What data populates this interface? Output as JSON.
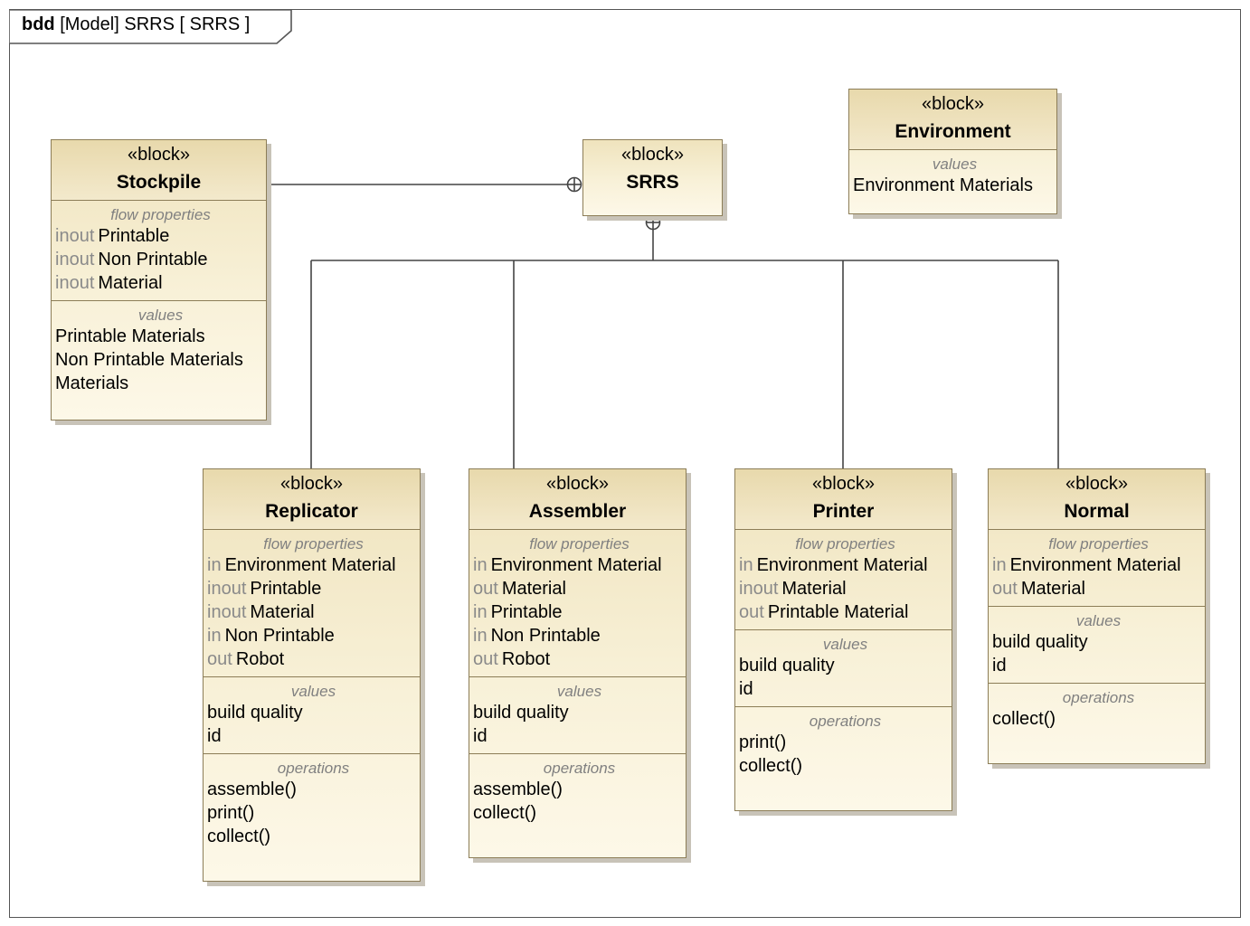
{
  "frame": {
    "kind": "bdd",
    "title": "[Model] SRRS [ SRRS ]"
  },
  "blocks": {
    "stockpile": {
      "stereotype": "«block»",
      "name": "Stockpile",
      "flow_title": "flow properties",
      "flow": [
        {
          "dir": "inout",
          "name": "Printable"
        },
        {
          "dir": "inout",
          "name": "Non Printable"
        },
        {
          "dir": "inout",
          "name": "Material"
        }
      ],
      "values_title": "values",
      "values": [
        "Printable Materials",
        "Non Printable Materials",
        "Materials"
      ]
    },
    "srrs": {
      "stereotype": "«block»",
      "name": "SRRS"
    },
    "environment": {
      "stereotype": "«block»",
      "name": "Environment",
      "values_title": "values",
      "values": [
        "Environment Materials"
      ]
    },
    "replicator": {
      "stereotype": "«block»",
      "name": "Replicator",
      "flow_title": "flow properties",
      "flow": [
        {
          "dir": "in",
          "name": "Environment Material"
        },
        {
          "dir": "inout",
          "name": "Printable"
        },
        {
          "dir": "inout",
          "name": "Material"
        },
        {
          "dir": "in",
          "name": "Non Printable"
        },
        {
          "dir": "out",
          "name": "Robot"
        }
      ],
      "values_title": "values",
      "values": [
        "build quality",
        "id"
      ],
      "ops_title": "operations",
      "operations": [
        "assemble()",
        "print()",
        "collect()"
      ]
    },
    "assembler": {
      "stereotype": "«block»",
      "name": "Assembler",
      "flow_title": "flow properties",
      "flow": [
        {
          "dir": "in",
          "name": "Environment Material"
        },
        {
          "dir": "out",
          "name": "Material"
        },
        {
          "dir": "in",
          "name": "Printable"
        },
        {
          "dir": "in",
          "name": "Non Printable"
        },
        {
          "dir": "out",
          "name": "Robot"
        }
      ],
      "values_title": "values",
      "values": [
        "build quality",
        "id"
      ],
      "ops_title": "operations",
      "operations": [
        "assemble()",
        "collect()"
      ]
    },
    "printer": {
      "stereotype": "«block»",
      "name": "Printer",
      "flow_title": "flow properties",
      "flow": [
        {
          "dir": "in",
          "name": "Environment Material"
        },
        {
          "dir": "inout",
          "name": "Material"
        },
        {
          "dir": "out",
          "name": "Printable Material"
        }
      ],
      "values_title": "values",
      "values": [
        "build quality",
        "id"
      ],
      "ops_title": "operations",
      "operations": [
        "print()",
        "collect()"
      ]
    },
    "normal": {
      "stereotype": "«block»",
      "name": "Normal",
      "flow_title": "flow properties",
      "flow": [
        {
          "dir": "in",
          "name": "Environment Material"
        },
        {
          "dir": "out",
          "name": "Material"
        }
      ],
      "values_title": "values",
      "values": [
        "build quality",
        "id"
      ],
      "ops_title": "operations",
      "operations": [
        "collect()"
      ]
    }
  }
}
